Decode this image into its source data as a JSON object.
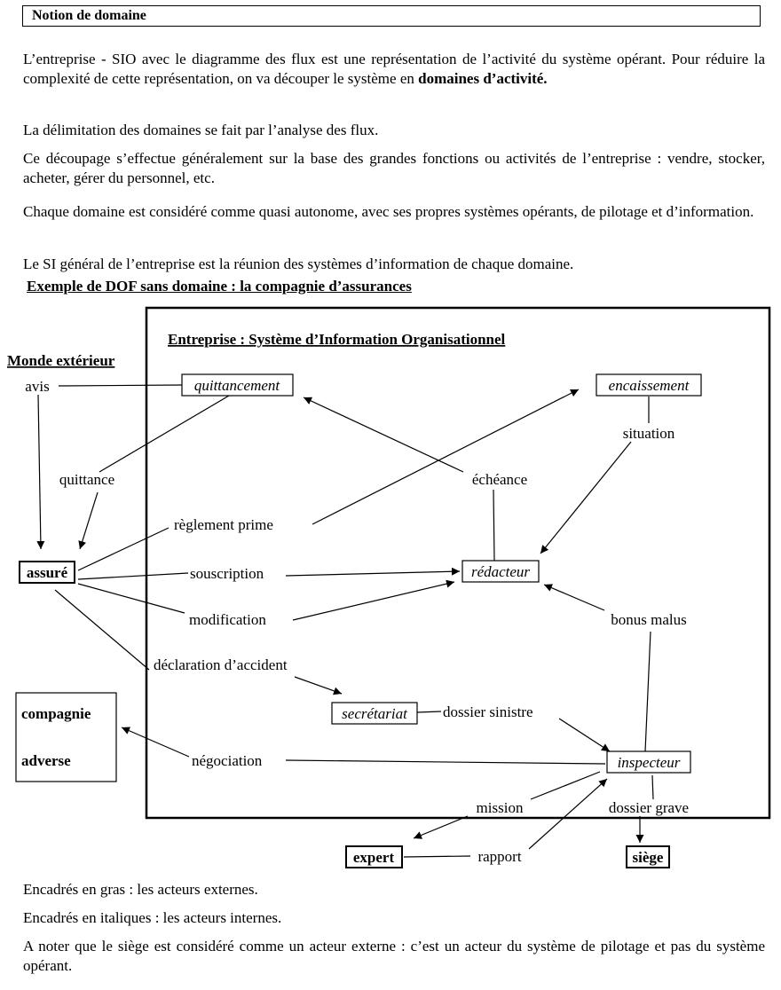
{
  "section_title": "Notion de domaine",
  "paragraphs": {
    "p1_text": "L’entreprise - SIO avec le diagramme des flux est une représentation de l’activité du système opérant. Pour réduire la complexité de cette représentation, on va découper le système en ",
    "p1_bold": "domaines d’activité.",
    "p2": "La délimitation des domaines se fait par l’analyse des flux.",
    "p3": "Ce découpage s’effectue généralement sur la base des grandes fonctions ou activités de l’entreprise : vendre, stocker, acheter, gérer du personnel, etc.",
    "p4": "Chaque domaine est considéré comme quasi autonome, avec ses propres systèmes opérants, de pilotage et d’information.",
    "p5": "Le SI général de l’entreprise est la réunion des systèmes d’information de chaque domaine."
  },
  "example_title": "Exemple de DOF sans domaine : la compagnie d’assurances",
  "diagram": {
    "enterprise_label": "Entreprise : Système d’Information Organisationnel",
    "outside_label": "Monde extérieur",
    "actors": {
      "quittancement": "quittancement",
      "encaissement": "encaissement",
      "redacteur": "rédacteur",
      "secretariat": "secrétariat",
      "inspecteur": "inspecteur",
      "assure": "assuré",
      "compagnie_line1": "compagnie",
      "compagnie_line2": "adverse",
      "expert": "expert",
      "siege": "siège"
    },
    "flows": {
      "avis": "avis",
      "quittance": "quittance",
      "reglement_prime": "règlement prime",
      "echeance": "échéance",
      "situation": "situation",
      "souscription": "souscription",
      "modification": "modification",
      "bonus_malus": "bonus malus",
      "declaration": "déclaration d’accident",
      "dossier_sinistre": "dossier sinistre",
      "negociation": "négociation",
      "mission": "mission",
      "dossier_grave": "dossier grave",
      "rapport": "rapport"
    }
  },
  "notes": {
    "n1": "Encadrés en gras : les acteurs externes.",
    "n2": "Encadrés en italiques : les acteurs internes.",
    "n3": "A noter que le siège est considéré comme un acteur externe : c’est un acteur du système de pilotage et pas du système opérant."
  }
}
